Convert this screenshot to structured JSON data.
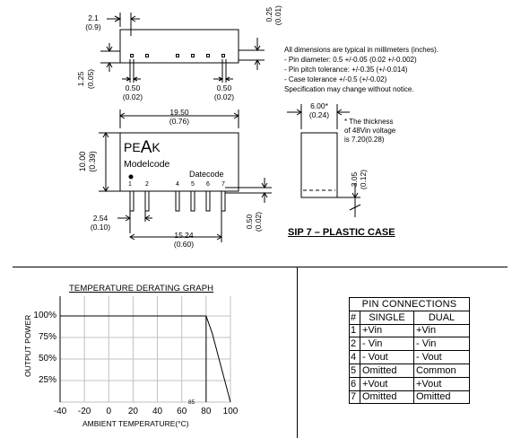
{
  "dimensions": {
    "top_left": {
      "mm": "2.1",
      "in": "(0.9)"
    },
    "top_right": {
      "mm": "0.25",
      "in": "(0.01)"
    },
    "left_side": {
      "mm": "1.25",
      "in": "(0.05)"
    },
    "pin_left": {
      "mm": "0.50",
      "in": "(0.02)"
    },
    "pin_right": {
      "mm": "0.50",
      "in": "(0.02)"
    },
    "length": {
      "mm": "19.50",
      "in": "(0.76)"
    },
    "height": {
      "mm": "10.00",
      "in": "(0.39)"
    },
    "pitch": {
      "mm": "2.54",
      "in": "(0.10)"
    },
    "span": {
      "mm": "15.24",
      "in": "(0.60)"
    },
    "lead_thickness": {
      "mm": "0.50",
      "in": "(0.02)"
    },
    "width": {
      "mm": "6.00*",
      "in": "(0.24)"
    },
    "lead_length": {
      "mm": "3.05",
      "in": "(0.12)"
    }
  },
  "thickness_note": [
    "* The thickness",
    "of 48Vin voltage",
    "is 7.20(0.28)"
  ],
  "notes": [
    "All dimensions are typical in millimeters (inches).",
    "- Pin diameter: 0.5 +/-0.05 (0.02 +/-0.002)",
    "- Pin pitch tolerance: +/-0.35 (+/-0.014)",
    "- Case tolerance +/-0.5 (+/-0.02)",
    "Specification may change without notice."
  ],
  "case_label": "SIP 7 – PLASTIC CASE",
  "front_view": {
    "brand_pe": "PE",
    "brand_a": "A",
    "brand_k": "K",
    "modelcode": "Modelcode",
    "datecode": "Datecode",
    "pins": [
      "1",
      "2",
      "4",
      "5",
      "6",
      "7"
    ]
  },
  "chart_data": {
    "type": "line",
    "title": "TEMPERATURE DERATING GRAPH",
    "xlabel": "AMBIENT TEMPERATURE(°C)",
    "ylabel": "OUTPUT POWER",
    "x_ticks": [
      "-40",
      "-20",
      "0",
      "20",
      "40",
      "60",
      "80",
      "100"
    ],
    "y_ticks": [
      "100%",
      "75%",
      "50%",
      "25%"
    ],
    "xlim": [
      -40,
      100
    ],
    "ylim": [
      0,
      100
    ],
    "grid": true,
    "marker_label": "85",
    "series": [
      {
        "x": [
          -40,
          80,
          85,
          100
        ],
        "y": [
          100,
          100,
          80,
          0
        ]
      }
    ]
  },
  "pin_connections": {
    "title": "PIN CONNECTIONS",
    "headers": [
      "#",
      "SINGLE",
      "DUAL"
    ],
    "rows": [
      [
        "1",
        "+Vin",
        "+Vin"
      ],
      [
        "2",
        "- Vin",
        "- Vin"
      ],
      [
        "4",
        "- Vout",
        "- Vout"
      ],
      [
        "5",
        "Omitted",
        "Common"
      ],
      [
        "6",
        "+Vout",
        "+Vout"
      ],
      [
        "7",
        "Omitted",
        "Omitted"
      ]
    ]
  }
}
